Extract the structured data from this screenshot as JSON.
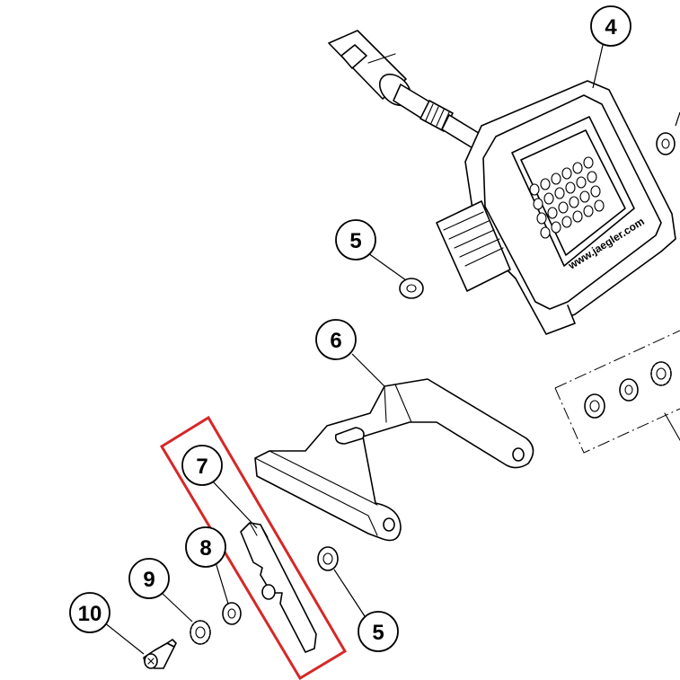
{
  "diagram": {
    "callouts": [
      {
        "id": "callout-4",
        "label": "4"
      },
      {
        "id": "callout-5-upper",
        "label": "5"
      },
      {
        "id": "callout-6",
        "label": "6"
      },
      {
        "id": "callout-7",
        "label": "7"
      },
      {
        "id": "callout-8",
        "label": "8"
      },
      {
        "id": "callout-9",
        "label": "9"
      },
      {
        "id": "callout-10",
        "label": "10"
      },
      {
        "id": "callout-5-lower",
        "label": "5"
      }
    ],
    "light_brand_text": "www.jaegler.com",
    "highlight_color": "#d62828",
    "line_color": "#000000"
  }
}
